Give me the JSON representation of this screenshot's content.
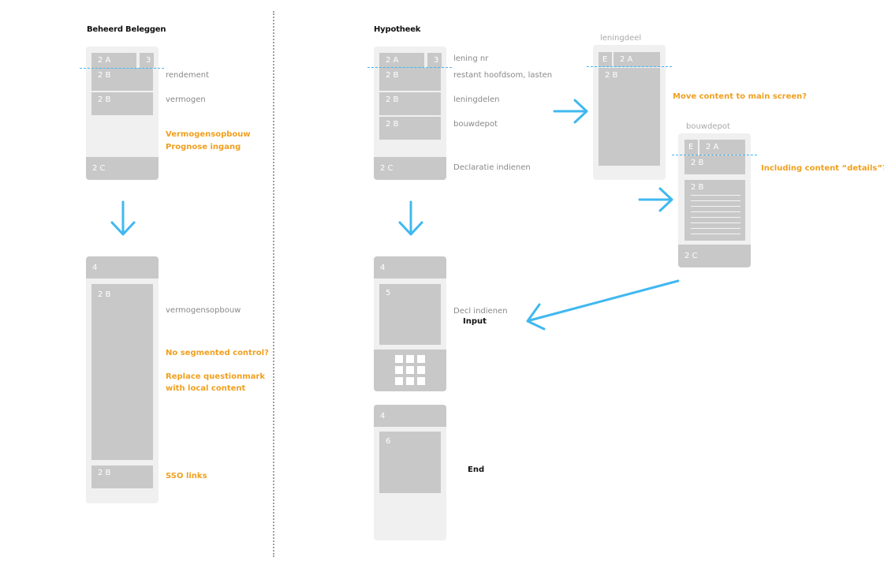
{
  "colors": {
    "accent": "#40b8f0",
    "note": "#f0a020",
    "block": "#c8c8c8",
    "phone": "#f0f0f0",
    "divider": "#a0a0a0"
  },
  "left": {
    "title": "Beheerd Beleggen",
    "screen1": {
      "top_a": "2 A",
      "top_b": "3",
      "row1": "2 B",
      "row2": "2 B",
      "footer": "2 C",
      "labels": {
        "rendement": "rendement",
        "vermogen": "vermogen"
      },
      "notes": [
        "Vermogensopbouw",
        "Prognose ingang"
      ]
    },
    "screen2": {
      "header": "4",
      "content": "2 B",
      "bottom": "2 B",
      "label": "vermogensopbouw",
      "note1": "No segmented control?",
      "note2": [
        "Replace questionmark",
        "with local content"
      ],
      "note3": "SSO links"
    }
  },
  "right": {
    "title": "Hypotheek",
    "screen1": {
      "top_a": "2 A",
      "top_b": "3",
      "row1": "2 B",
      "row2": "2 B",
      "row3": "2 B",
      "footer": "2 C",
      "labels": [
        "lening nr",
        "restant hoofdsom, lasten",
        "leningdelen",
        "bouwdepot",
        "Declaratie indienen"
      ]
    },
    "leningdeel": {
      "title": "leningdeel",
      "e": "E",
      "a": "2 A",
      "b": "2 B",
      "note": "Move content to main screen?"
    },
    "bouwdepot": {
      "title": "bouwdepot",
      "e": "E",
      "a": "2 A",
      "b1": "2 B",
      "b2": "2 B",
      "footer": "2 C",
      "note": "Including content “details”?"
    },
    "screen2": {
      "header": "4",
      "content": "5",
      "label": "Decl indienen",
      "input": "Input"
    },
    "screen3": {
      "header": "4",
      "content": "6",
      "end": "End"
    }
  }
}
